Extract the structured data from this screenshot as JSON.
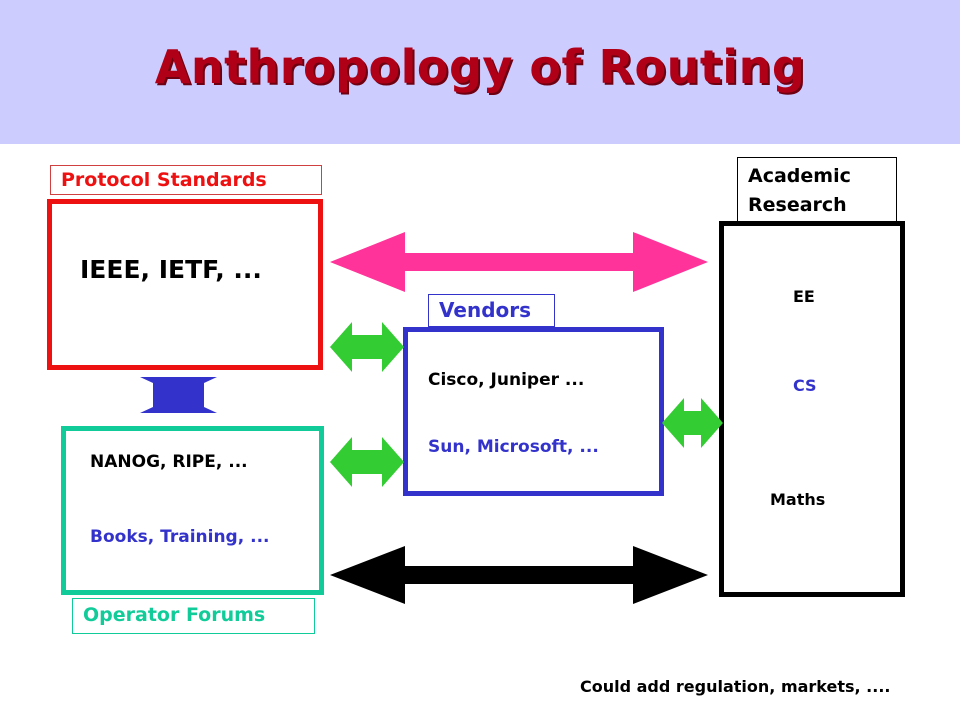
{
  "slide": {
    "title": "Anthropology of Routing",
    "footnote": "Could add regulation, markets, ...."
  },
  "groups": {
    "protocol_standards": {
      "label": "Protocol Standards",
      "line1": "IEEE, IETF, ...",
      "border_color": "#ee1111",
      "label_color": "#ee1111"
    },
    "operator_forums": {
      "label": "Operator Forums",
      "line1": "NANOG, RIPE, ...",
      "line2": "Books, Training, ...",
      "border_color": "#11cc99",
      "label_color": "#11cc99"
    },
    "vendors": {
      "label": "Vendors",
      "line1": "Cisco, Juniper ...",
      "line2": "Sun, Microsoft, ...",
      "border_color": "#3333cc",
      "label_color": "#3333cc"
    },
    "academic_research": {
      "label_line1": "Academic",
      "label_line2": "Research",
      "items": [
        "EE",
        "CS",
        "Maths"
      ],
      "border_color": "#000000"
    }
  },
  "colors": {
    "pink_arrow": "#ff3399",
    "green_arrow": "#33cc33",
    "black_arrow": "#000000",
    "blue_arrow": "#3333cc",
    "text_dark": "#000000",
    "text_blue": "#3333cc"
  }
}
